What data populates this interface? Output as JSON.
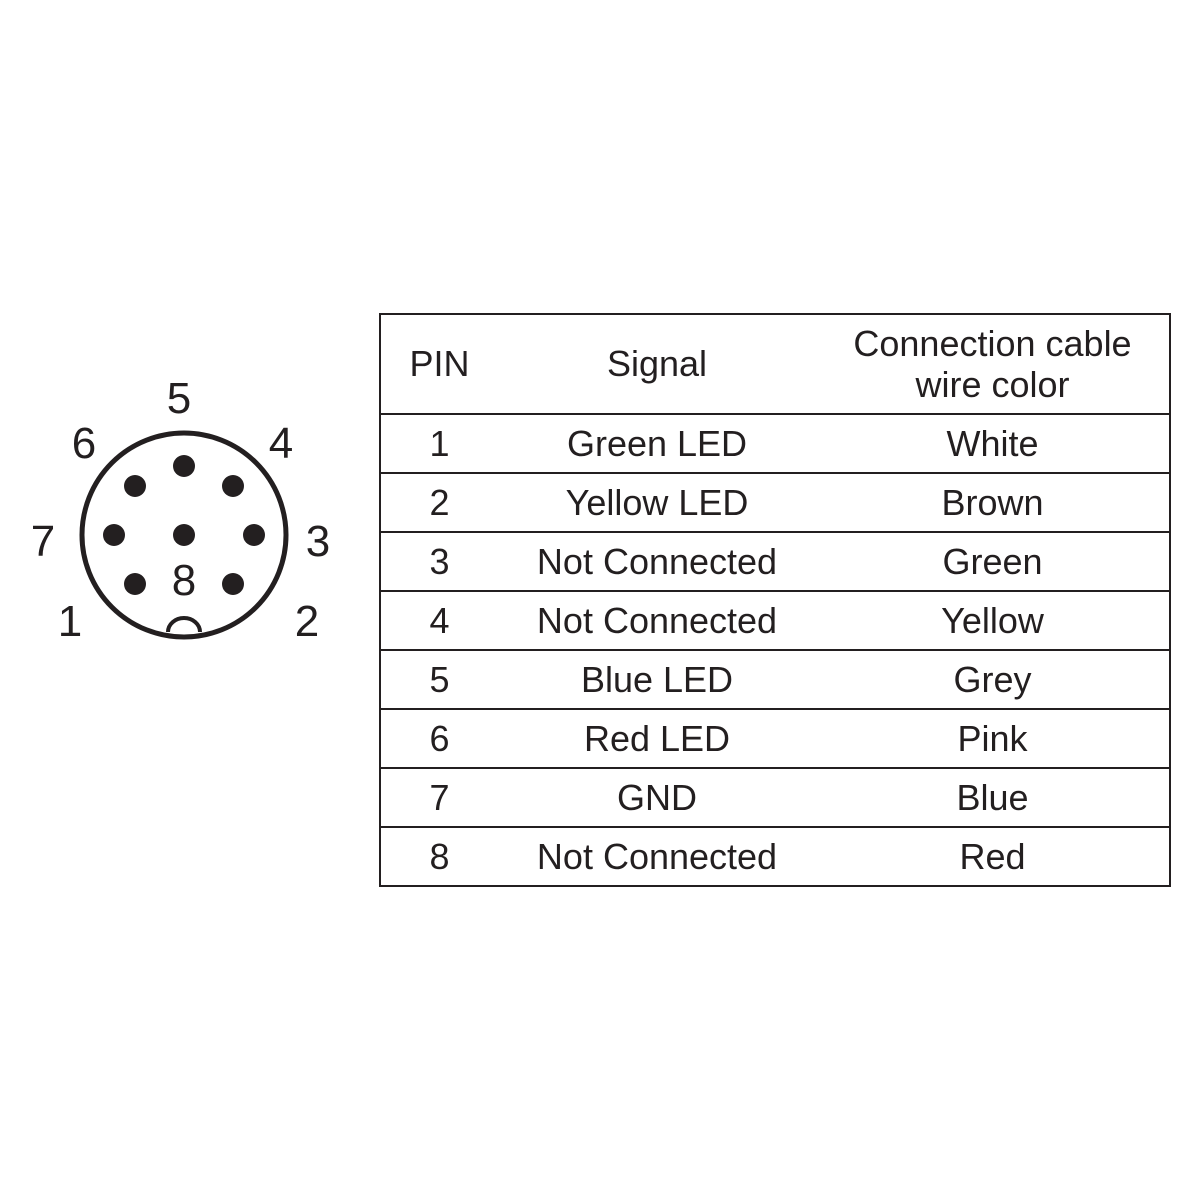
{
  "connector": {
    "pin_labels": [
      "1",
      "2",
      "3",
      "4",
      "5",
      "6",
      "7",
      "8"
    ]
  },
  "table": {
    "headers": {
      "pin": "PIN",
      "signal": "Signal",
      "color_line1": "Connection cable",
      "color_line2": "wire color"
    },
    "rows": [
      {
        "pin": "1",
        "signal": "Green LED",
        "color": "White"
      },
      {
        "pin": "2",
        "signal": "Yellow LED",
        "color": "Brown"
      },
      {
        "pin": "3",
        "signal": "Not Connected",
        "color": "Green"
      },
      {
        "pin": "4",
        "signal": "Not Connected",
        "color": "Yellow"
      },
      {
        "pin": "5",
        "signal": "Blue LED",
        "color": "Grey"
      },
      {
        "pin": "6",
        "signal": "Red LED",
        "color": "Pink"
      },
      {
        "pin": "7",
        "signal": "GND",
        "color": "Blue"
      },
      {
        "pin": "8",
        "signal": "Not Connected",
        "color": "Red"
      }
    ]
  }
}
